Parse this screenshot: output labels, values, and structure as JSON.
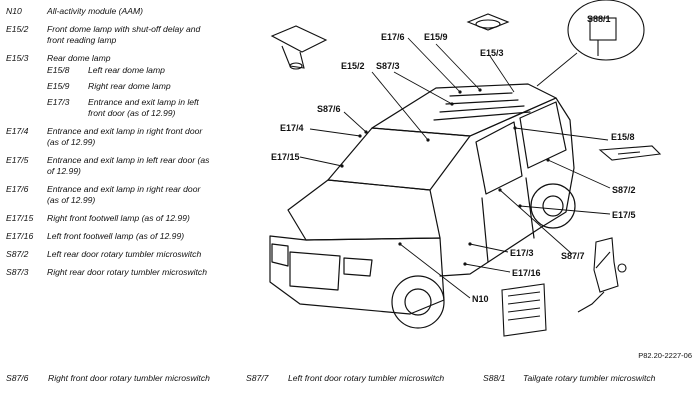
{
  "legend": [
    {
      "code": "N10",
      "desc": "All-activity module (AAM)"
    },
    {
      "code": "E15/2",
      "desc": "Front dome lamp with shut-off delay and front reading lamp"
    },
    {
      "code": "E15/3",
      "desc": "Rear dome lamp",
      "sub": [
        {
          "code": "E15/8",
          "desc": "Left rear dome lamp"
        },
        {
          "code": "E15/9",
          "desc": "Right rear dome lamp"
        },
        {
          "code": "E17/3",
          "desc": "Entrance and exit lamp in left front door (as of 12.99)"
        }
      ]
    },
    {
      "code": "E17/4",
      "desc": "Entrance and exit lamp in right front door (as of 12.99)"
    },
    {
      "code": "E17/5",
      "desc": "Entrance and exit lamp in left rear door (as of 12.99)"
    },
    {
      "code": "E17/6",
      "desc": "Entrance and exit lamp in right rear door (as of 12.99)"
    },
    {
      "code": "E17/15",
      "desc": "Right front footwell lamp (as of 12.99)"
    },
    {
      "code": "E17/16",
      "desc": "Left front footwell lamp (as of 12.99)"
    },
    {
      "code": "S87/2",
      "desc": "Left rear door rotary tumbler microswitch"
    },
    {
      "code": "S87/3",
      "desc": "Right rear door rotary tumbler microswitch"
    }
  ],
  "bottom_legend": [
    {
      "code": "S87/6",
      "desc": "Right front door rotary tumbler microswitch"
    },
    {
      "code": "S87/7",
      "desc": "Left front door rotary tumbler microswitch"
    },
    {
      "code": "S88/1",
      "desc": "Tailgate rotary tumbler microswitch"
    }
  ],
  "callouts": {
    "e17_6": "E17/6",
    "e15_9": "E15/9",
    "s88_1": "S88/1",
    "e15_2": "E15/2",
    "s87_3": "S87/3",
    "e15_3": "E15/3",
    "s87_6": "S87/6",
    "e17_4": "E17/4",
    "e15_8": "E15/8",
    "e17_15": "E17/15",
    "s87_2": "S87/2",
    "e17_5": "E17/5",
    "e17_3": "E17/3",
    "s87_7": "S87/7",
    "e17_16": "E17/16",
    "n10": "N10"
  },
  "figure_ref": "P82.20-2227-06"
}
